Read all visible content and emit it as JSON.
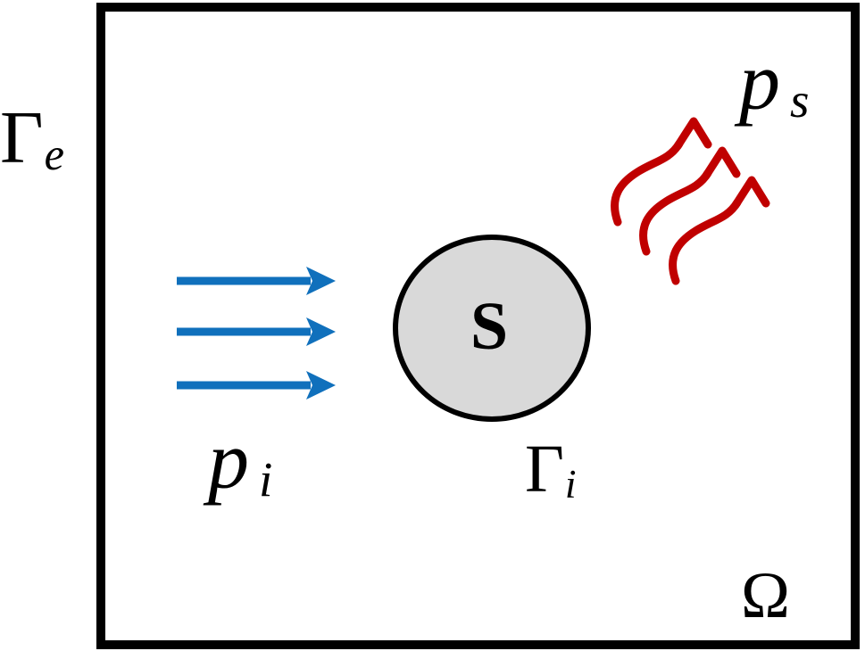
{
  "labels": {
    "exterior_boundary": {
      "base": "Γ",
      "sub": "e"
    },
    "scattered_pressure": {
      "base": "p",
      "sub": "s"
    },
    "incident_pressure": {
      "base": "p",
      "sub": "i"
    },
    "scatterer_boundary": {
      "base": "Γ",
      "sub": "i"
    },
    "scatterer": "S",
    "domain": "Ω"
  },
  "colors": {
    "incident_blue": "#1070BC",
    "scattered_red": "#C00000",
    "scatterer_fill": "#D9D9D9",
    "outline": "#000000",
    "background": "#FFFFFF"
  }
}
